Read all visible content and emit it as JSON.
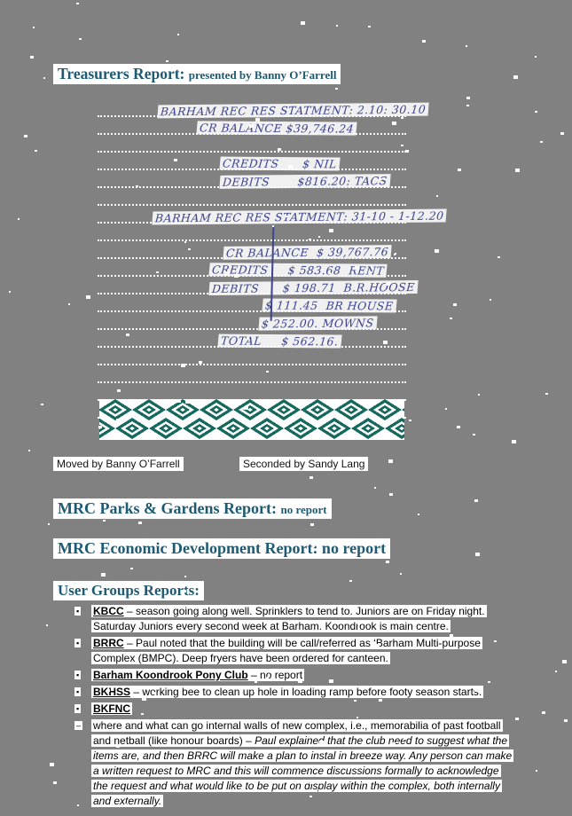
{
  "colors": {
    "background": "#818181",
    "heading": "#1e5a74",
    "ink": "#3d4490",
    "pattern_teal": "#15695f",
    "body_text": "#000000",
    "highlight": "#ffffff"
  },
  "header": {
    "title": "Treasurers Report:",
    "subtitle": "presented by Banny O’Farrell"
  },
  "note": {
    "rows": [
      {
        "text": "BARHAM REC RES STATMENT: 2.10: 30.10",
        "indent": 68
      },
      {
        "text": "CR BALANCE $39,746.24",
        "indent": 112
      },
      {
        "text": "",
        "indent": 0
      },
      {
        "text": "CREDITS      $ NIL",
        "indent": 138
      },
      {
        "text": "DEBITS       $816.20: TACS",
        "indent": 138
      },
      {
        "text": "",
        "indent": 0
      },
      {
        "text": "BARHAM REC RES STATMENT: 31-10 - 1-12.20",
        "indent": 62
      },
      {
        "text": "",
        "indent": 0
      },
      {
        "text": "CR BALANCE  $ 39,767.76",
        "indent": 142
      },
      {
        "text": "CREDITS     $ 583.68  RENT",
        "indent": 126
      },
      {
        "text": "DEBITS      $ 198.71  B.R.HOOSE",
        "indent": 126
      },
      {
        "text": "$ 111.45  BR HOUSE",
        "indent": 186
      },
      {
        "text": "$ 252.00. MOWNS",
        "indent": 182
      },
      {
        "text": "TOTAL     $ 562.16.",
        "indent": 136
      },
      {
        "text": "",
        "indent": 0
      },
      {
        "text": "",
        "indent": 0
      },
      {
        "text": "",
        "indent": 0
      },
      {
        "text": "",
        "indent": 0
      }
    ]
  },
  "motion": {
    "moved": "Moved by Banny O’Farrell",
    "seconded": "Seconded by Sandy Lang"
  },
  "sections": {
    "parks": {
      "title": "MRC Parks & Gardens Report:",
      "note": "no report"
    },
    "economic": {
      "title": "MRC Economic Development Report: no report"
    },
    "user_groups_title": "User Groups Reports:"
  },
  "user_group_items": [
    {
      "marker": "▪",
      "label": "KBCC",
      "text": " – season going along well. Sprinklers to tend to. Juniors are on Friday night. Saturday Juniors every second week at Barham. Koondrook is main centre.",
      "italic": ""
    },
    {
      "marker": "▪",
      "label": "BRRC",
      "text": " – Paul noted that the building will be call/referred as ‘Barham Multi-purpose Complex (BMPC). Deep fryers have been ordered for canteen.",
      "italic": ""
    },
    {
      "marker": "▪",
      "label": "Barham Koondrook Pony Club",
      "text": " – no report",
      "italic": ""
    },
    {
      "marker": "▪",
      "label": "BKHSS",
      "text": " – working bee to clean up hole in loading ramp before footy season starts.",
      "italic": ""
    },
    {
      "marker": "▪",
      "label": "BKFNC",
      "text": "",
      "italic": ""
    },
    {
      "marker": "–",
      "label": "",
      "text": "where and what can go internal walls of new complex, i.e., memorabilia of past football and netball (like honour boards) – ",
      "italic": "Paul explained that the club need to suggest what the items are, and then BRRC will make a plan to instal in breeze way. Any person can make a written request to MRC and this will commence discussions formally to acknowledge the request and what would like to be put on display within the complex, both internally and externally."
    }
  ]
}
